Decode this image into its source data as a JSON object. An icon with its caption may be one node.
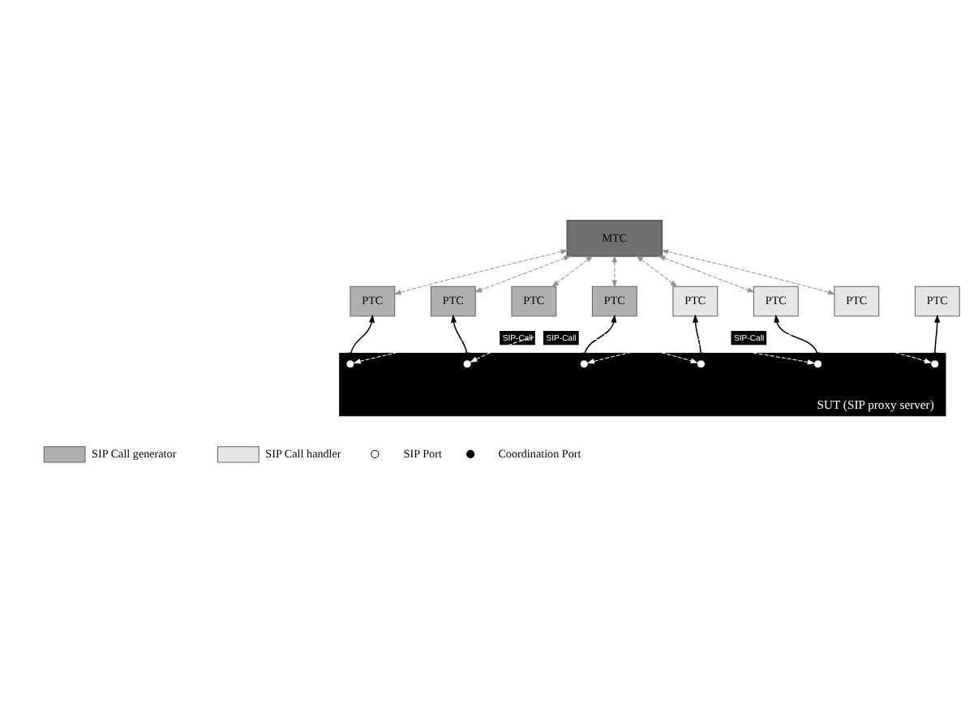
{
  "diagram": {
    "nodes": [
      {
        "text": [
          "MTC"
        ]
      },
      {
        "text": [
          "PTC"
        ]
      },
      {
        "text": [
          "PTC"
        ]
      },
      {
        "text": [
          "PTC"
        ]
      },
      {
        "text": [
          "PTC"
        ]
      },
      {
        "text": [
          "PTC"
        ]
      },
      {
        "text": [
          "PTC"
        ]
      },
      {
        "text": [
          "PTC"
        ]
      },
      {
        "text": [
          "PTC"
        ]
      },
      {
        "text": [
          "SUT (SIP proxy server)"
        ]
      },
      {
        "text": [],
        "shape": "circle",
        "in": 9
      },
      {
        "text": [],
        "shape": "circle",
        "in": 9
      },
      {
        "text": [],
        "shape": "circle",
        "in": 9
      },
      {
        "text": [],
        "shape": "circle",
        "in": 9
      },
      {
        "text": [],
        "shape": "circle",
        "in": 9
      },
      {
        "text": [],
        "shape": "circle",
        "in": 9
      }
    ],
    "edges": [
      {
        "from": 0,
        "to": 1,
        "arrow": "both",
        "style": "dashed",
        "color": "#909090"
      },
      {
        "from": 0,
        "to": 2,
        "arrow": "both",
        "style": "dashed",
        "color": "#909090"
      },
      {
        "from": 0,
        "to": 3,
        "arrow": "both",
        "style": "dashed",
        "color": "#909090"
      },
      {
        "from": 0,
        "to": 4,
        "arrow": "both",
        "style": "dashed",
        "color": "#909090"
      },
      {
        "from": 0,
        "to": 5,
        "arrow": "both",
        "style": "dashed",
        "color": "#909090"
      },
      {
        "from": 0,
        "to": 6,
        "arrow": "both",
        "style": "dashed",
        "color": "#909090"
      },
      {
        "from": 0,
        "to": 7,
        "arrow": "both",
        "style": "dashed",
        "color": "#909090"
      },
      {
        "from": 1,
        "to": 10,
        "arrow": "both",
        "color": "#000000"
      },
      {
        "from": 2,
        "to": 11,
        "arrow": "both",
        "color": "#000000"
      },
      {
        "from": 4,
        "to": 12,
        "arrow": "both",
        "color": "#000000"
      },
      {
        "from": 5,
        "to": 13,
        "arrow": "both",
        "color": "#000000"
      },
      {
        "from": 6,
        "to": 14,
        "arrow": "both",
        "color": "#000000"
      },
      {
        "from": 8,
        "to": 15,
        "arrow": "both",
        "color": "#000000"
      },
      {
        "from": 11,
        "to": 14,
        "arrow": "both",
        "label": "SIP-Call",
        "style": "dashed",
        "color": "#ffffff"
      },
      {
        "from": 10,
        "to": 13,
        "arrow": "both",
        "label": "SIP-Call",
        "style": "dashed",
        "color": "#ffffff"
      },
      {
        "from": 12,
        "to": 15,
        "arrow": "both",
        "label": "SIP-Call",
        "style": "dashed",
        "color": "#ffffff"
      }
    ],
    "legend": [
      {
        "text": "SIP Call generator",
        "color": "#b0b0b0"
      },
      {
        "text": "SIP Call handler",
        "color": "#e6e6e6"
      },
      {
        "text": "SIP Port"
      },
      {
        "text": "Coordination Port"
      }
    ]
  }
}
